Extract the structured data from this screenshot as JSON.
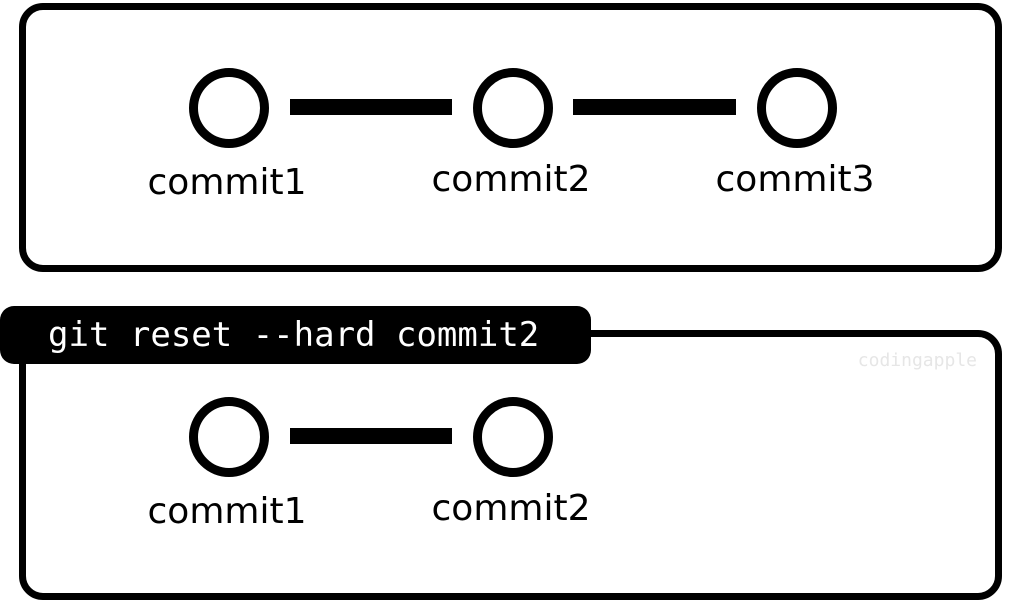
{
  "before": {
    "commits": [
      "commit1",
      "commit2",
      "commit3"
    ]
  },
  "command": "git reset --hard commit2",
  "after": {
    "commits": [
      "commit1",
      "commit2"
    ]
  },
  "watermark": "codingapple",
  "colors": {
    "stroke": "#000000",
    "background": "#ffffff",
    "banner_text": "#ffffff",
    "watermark": "#e6e6e6"
  }
}
